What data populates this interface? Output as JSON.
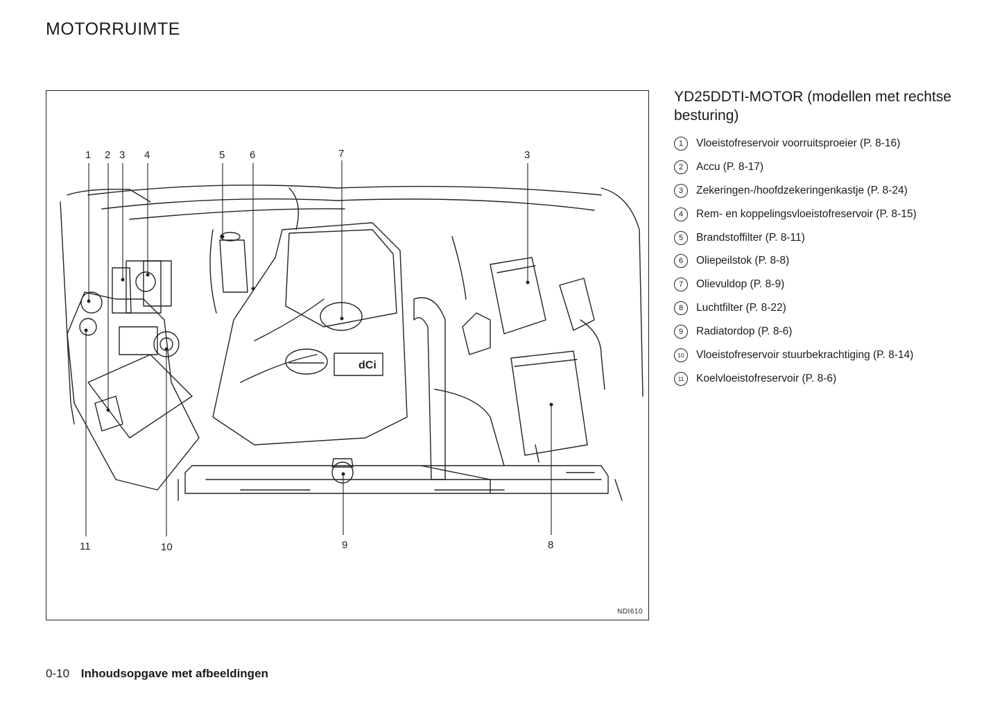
{
  "header": {
    "title": "MOTORRUIMTE"
  },
  "figure": {
    "code": "NDI610",
    "callouts": [
      {
        "id": "c1",
        "label": "1"
      },
      {
        "id": "c2",
        "label": "2"
      },
      {
        "id": "c3",
        "label": "3"
      },
      {
        "id": "c4",
        "label": "4"
      },
      {
        "id": "c5",
        "label": "5"
      },
      {
        "id": "c6",
        "label": "6"
      },
      {
        "id": "c7",
        "label": "7"
      },
      {
        "id": "c3b",
        "label": "3"
      },
      {
        "id": "c11",
        "label": "11"
      },
      {
        "id": "c10",
        "label": "10"
      },
      {
        "id": "c9",
        "label": "9"
      },
      {
        "id": "c8",
        "label": "8"
      }
    ],
    "badge_text": "dCi"
  },
  "legend": {
    "title": "YD25DDTI-MOTOR (modellen met rechtse besturing)",
    "items": [
      {
        "marker": "1",
        "text": "Vloeistofreservoir voorruitsproeier (P. 8-16)"
      },
      {
        "marker": "2",
        "text": "Accu (P. 8-17)"
      },
      {
        "marker": "3",
        "text": "Zekeringen-/hoofdzekeringenkastje (P. 8-24)"
      },
      {
        "marker": "4",
        "text": "Rem- en koppelingsvloeistofreservoir (P. 8-15)"
      },
      {
        "marker": "5",
        "text": "Brandstoffilter (P. 8-11)"
      },
      {
        "marker": "6",
        "text": "Oliepeilstok (P. 8-8)"
      },
      {
        "marker": "7",
        "text": "Olievuldop (P. 8-9)"
      },
      {
        "marker": "8",
        "text": "Luchtfilter (P. 8-22)"
      },
      {
        "marker": "9",
        "text": "Radiatordop (P. 8-6)"
      },
      {
        "marker": "10",
        "text": "Vloeistofreservoir stuurbekrachtiging (P. 8-14)"
      },
      {
        "marker": "11",
        "text": "Koelvloeistofreservoir (P. 8-6)"
      }
    ]
  },
  "footer": {
    "page_number": "0-10",
    "section": "Inhoudsopgave met afbeeldingen"
  }
}
